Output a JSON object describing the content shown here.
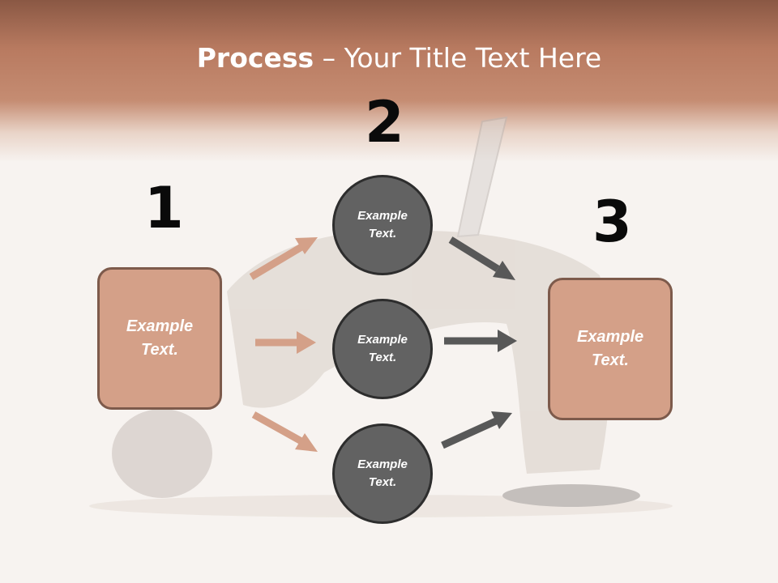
{
  "slide": {
    "title_bold": "Process",
    "title_rest": " – Your Title Text Here"
  },
  "steps": {
    "step1": {
      "number": "1",
      "box_text": "Example Text."
    },
    "step2": {
      "number": "2",
      "circles": [
        {
          "text": "Example Text."
        },
        {
          "text": "Example Text."
        },
        {
          "text": "Example Text."
        }
      ]
    },
    "step3": {
      "number": "3",
      "box_text": "Example Text."
    }
  },
  "colors": {
    "header_band": "#b87a60",
    "box_fill": "#d4a088",
    "box_border": "#7d5a4b",
    "circle_fill": "#626262",
    "circle_border": "#2d2d2d",
    "arrow_in": "#d4a088",
    "arrow_out": "#585858"
  }
}
